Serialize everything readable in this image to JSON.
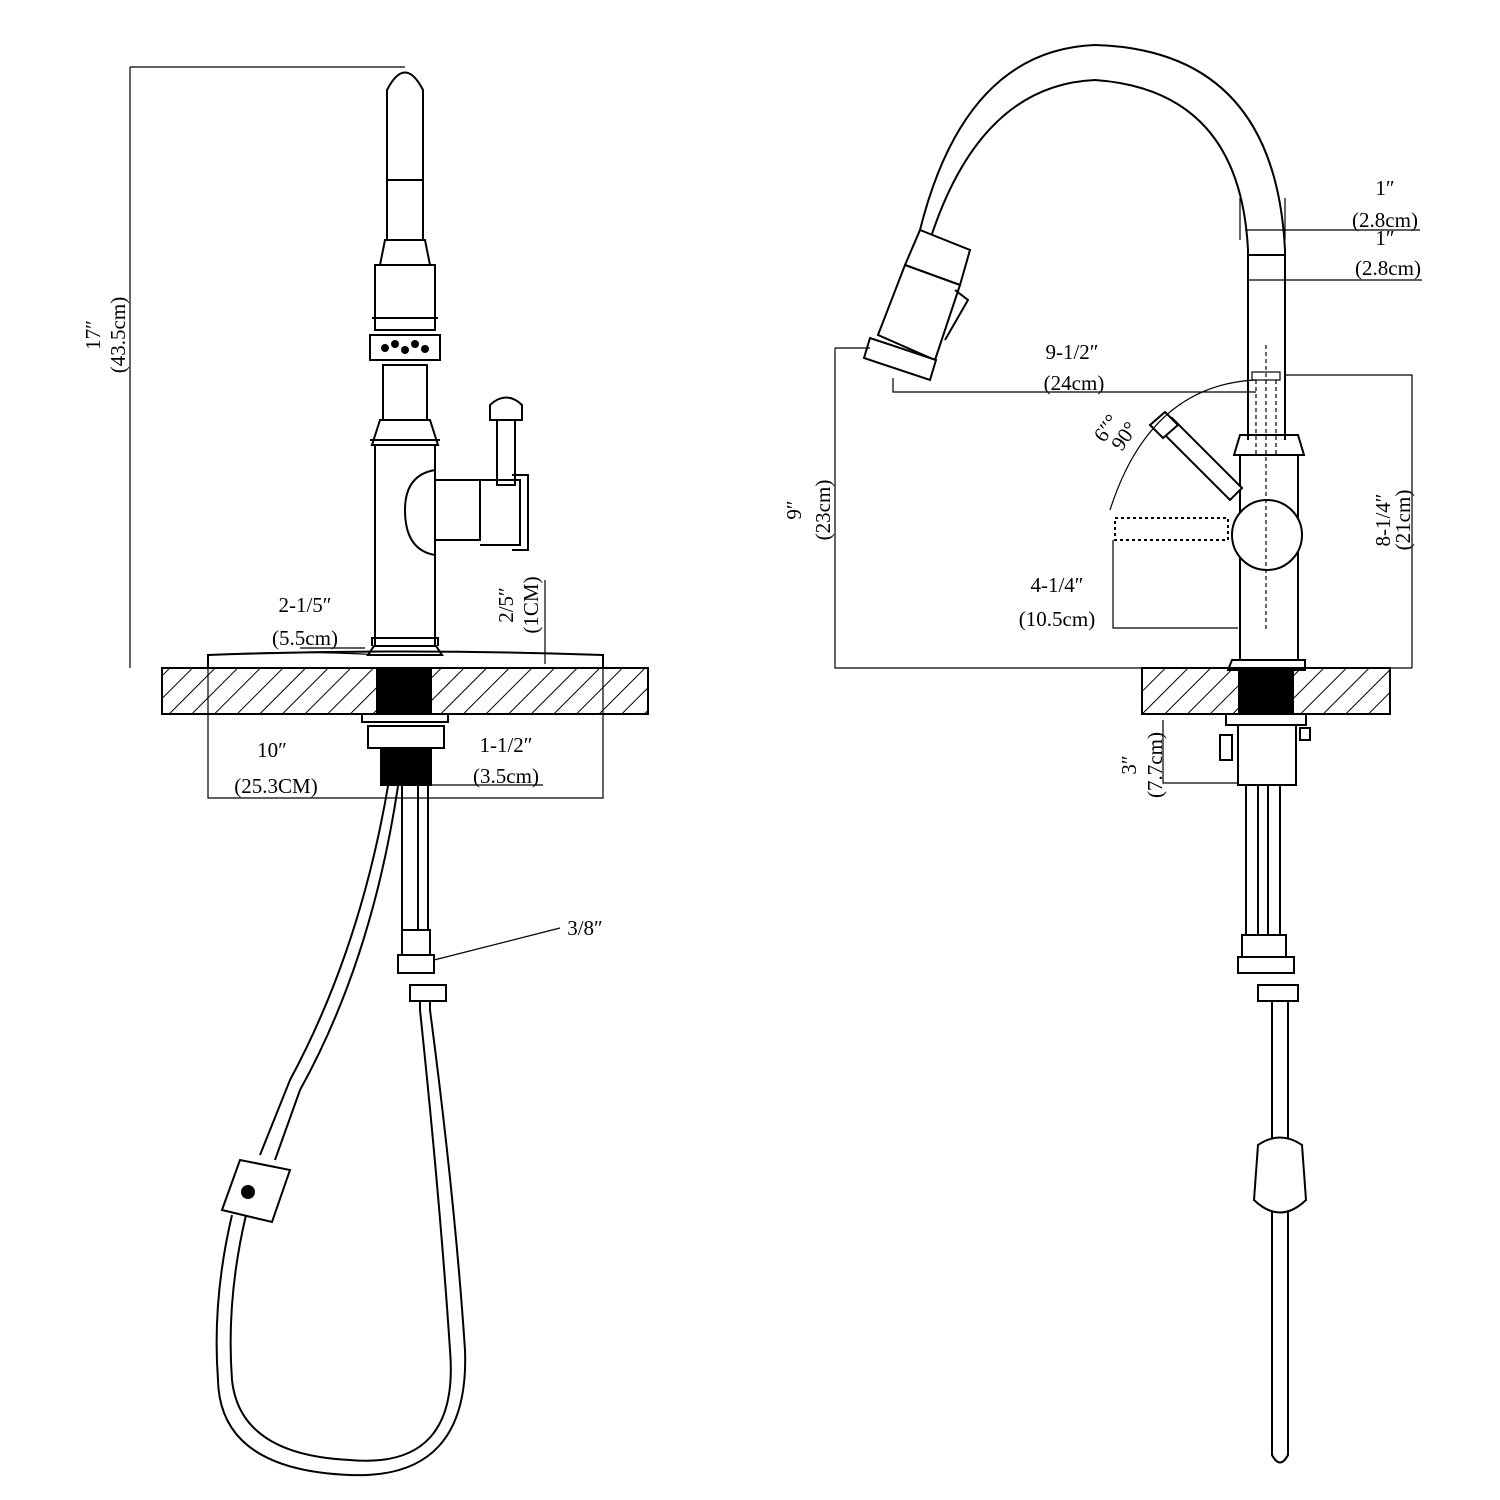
{
  "left_view": {
    "height_in": "17″",
    "height_cm": "(43.5cm)",
    "base_in": "2-1/5″",
    "base_cm": "(5.5cm)",
    "deck_in": "2/5″",
    "deck_cm": "(1CM)",
    "plate_in": "10″",
    "plate_cm": "(25.3CM)",
    "shank_in": "1-1/2″",
    "shank_cm": "(3.5cm)",
    "hose_in": "3/8″"
  },
  "right_view": {
    "spout_in_a": "1″",
    "spout_cm_a": "(2.8cm)",
    "spout_in_b": "1″",
    "spout_cm_b": "(2.8cm)",
    "reach_in": "9-1/2″",
    "reach_cm": "(24cm)",
    "angle_a": "6″°",
    "angle_b": "90°",
    "spout_height_in": "9″",
    "spout_height_cm": "(23cm)",
    "body_height_in": "8-1/4″",
    "body_height_cm": "(21cm)",
    "handle_in": "4-1/4″",
    "handle_cm": "(10.5cm)",
    "shank_in": "3″",
    "shank_cm": "(7.7cm)"
  }
}
